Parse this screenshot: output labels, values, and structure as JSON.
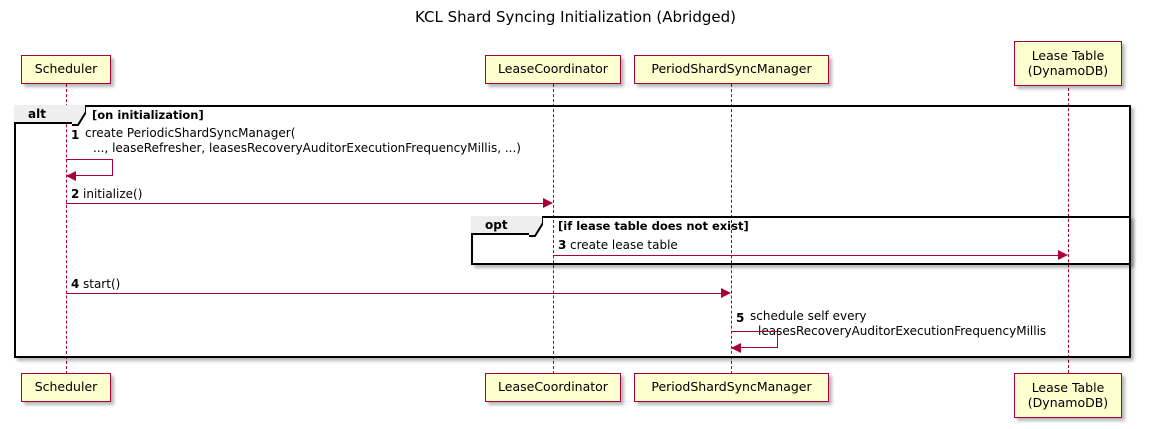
{
  "diagram": {
    "type": "sequence-diagram",
    "title": "KCL Shard Syncing Initialization (Abridged)",
    "colors": {
      "participant_fill": "#FEFECE",
      "participant_border": "#A80036",
      "lifeline": "#A80036",
      "arrow": "#A80036",
      "fragment_border": "#000000",
      "fragment_label_fill": "#EEEEEE",
      "background": "#FFFFFF"
    },
    "participants": [
      {
        "id": "scheduler",
        "label": "Scheduler"
      },
      {
        "id": "lease_coordinator",
        "label": "LeaseCoordinator"
      },
      {
        "id": "period_shard_sync_manager",
        "label": "PeriodShardSyncManager"
      },
      {
        "id": "lease_table",
        "label_line1": "Lease Table",
        "label_line2": "(DynamoDB)"
      }
    ],
    "fragments": [
      {
        "id": "alt",
        "kind": "alt",
        "condition": "[on initialization]"
      },
      {
        "id": "opt",
        "kind": "opt",
        "condition": "[if lease table does not exist]"
      }
    ],
    "messages": [
      {
        "num": "1",
        "from": "scheduler",
        "to": "scheduler",
        "self": true,
        "text_line1": "create PeriodicShardSyncManager(",
        "text_line2": "..., leaseRefresher, leasesRecoveryAuditorExecutionFrequencyMillis, ...)"
      },
      {
        "num": "2",
        "from": "scheduler",
        "to": "lease_coordinator",
        "self": false,
        "text_line1": "initialize()",
        "text_line2": ""
      },
      {
        "num": "3",
        "from": "lease_coordinator",
        "to": "lease_table",
        "self": false,
        "text_line1": "create lease table",
        "text_line2": ""
      },
      {
        "num": "4",
        "from": "scheduler",
        "to": "period_shard_sync_manager",
        "self": false,
        "text_line1": "start()",
        "text_line2": ""
      },
      {
        "num": "5",
        "from": "period_shard_sync_manager",
        "to": "period_shard_sync_manager",
        "self": true,
        "text_line1": "schedule self every",
        "text_line2": "leasesRecoveryAuditorExecutionFrequencyMillis"
      }
    ]
  }
}
